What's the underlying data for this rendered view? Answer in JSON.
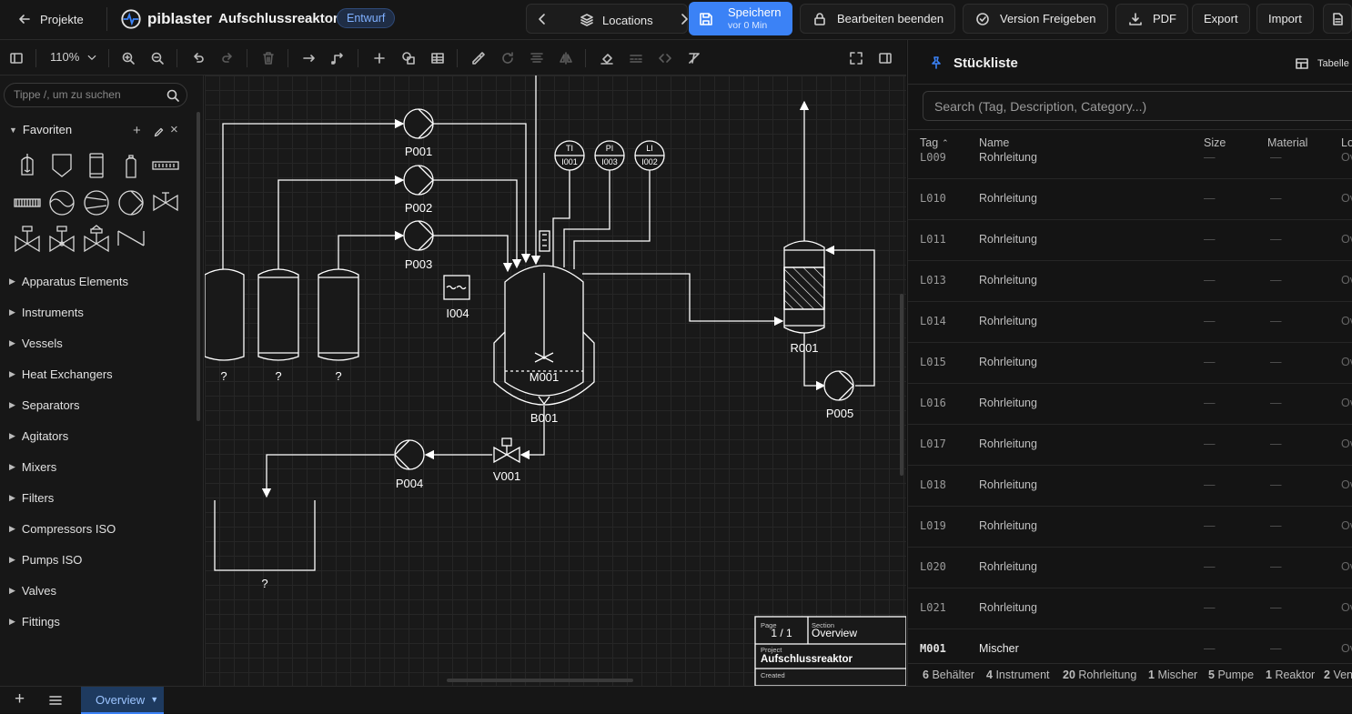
{
  "topbar": {
    "back_label": "Projekte",
    "brand": "piblaster",
    "project_title": "Aufschlussreaktor",
    "status_badge": "Entwurf",
    "locations_label": "Locations",
    "save_label": "Speichern",
    "save_sub": "vor 0 Min",
    "end_edit_label": "Bearbeiten beenden",
    "release_label": "Version Freigeben",
    "pdf_label": "PDF",
    "export_label": "Export",
    "import_label": "Import",
    "accent": "#3b82f6"
  },
  "toolbar": {
    "zoom": "110%"
  },
  "sidebar": {
    "search_placeholder": "Tippe /, um zu suchen",
    "favorites_label": "Favoriten",
    "categories": [
      "Apparatus Elements",
      "Instruments",
      "Vessels",
      "Heat Exchangers",
      "Separators",
      "Agitators",
      "Mixers",
      "Filters",
      "Compressors ISO",
      "Pumps ISO",
      "Valves",
      "Fittings"
    ]
  },
  "diagram": {
    "labels": {
      "P001": "P001",
      "P002": "P002",
      "P003": "P003",
      "P004": "P004",
      "P005": "P005",
      "I004": "I004",
      "M001": "M001",
      "B001": "B001",
      "R001": "R001",
      "V001": "V001",
      "q1": "?",
      "q2": "?",
      "q3": "?",
      "q4": "?"
    },
    "instruments": [
      {
        "top": "TI",
        "bottom": "I001"
      },
      {
        "top": "PI",
        "bottom": "I003"
      },
      {
        "top": "LI",
        "bottom": "I002"
      }
    ],
    "title_block": {
      "page_label": "Page",
      "page_value": "1 / 1",
      "section_label": "Section",
      "section_value": "Overview",
      "project_label": "Project",
      "project_value": "Aufschlussreaktor",
      "created_label": "Created"
    }
  },
  "bom": {
    "title": "Stückliste",
    "view_label": "Tabelle",
    "search_placeholder": "Search (Tag, Description, Category...)",
    "columns": {
      "tag": "Tag",
      "name": "Name",
      "size": "Size",
      "material": "Material",
      "location": "Lo"
    },
    "rows": [
      {
        "tag": "L009",
        "name": "Rohrleitung",
        "size": "—",
        "material": "—",
        "loc": "Ov"
      },
      {
        "tag": "L010",
        "name": "Rohrleitung",
        "size": "—",
        "material": "—",
        "loc": "Ov"
      },
      {
        "tag": "L011",
        "name": "Rohrleitung",
        "size": "—",
        "material": "—",
        "loc": "Ov"
      },
      {
        "tag": "L013",
        "name": "Rohrleitung",
        "size": "—",
        "material": "—",
        "loc": "Ov"
      },
      {
        "tag": "L014",
        "name": "Rohrleitung",
        "size": "—",
        "material": "—",
        "loc": "Ov"
      },
      {
        "tag": "L015",
        "name": "Rohrleitung",
        "size": "—",
        "material": "—",
        "loc": "Ov"
      },
      {
        "tag": "L016",
        "name": "Rohrleitung",
        "size": "—",
        "material": "—",
        "loc": "Ov"
      },
      {
        "tag": "L017",
        "name": "Rohrleitung",
        "size": "—",
        "material": "—",
        "loc": "Ov"
      },
      {
        "tag": "L018",
        "name": "Rohrleitung",
        "size": "—",
        "material": "—",
        "loc": "Ov"
      },
      {
        "tag": "L019",
        "name": "Rohrleitung",
        "size": "—",
        "material": "—",
        "loc": "Ov"
      },
      {
        "tag": "L020",
        "name": "Rohrleitung",
        "size": "—",
        "material": "—",
        "loc": "Ov"
      },
      {
        "tag": "L021",
        "name": "Rohrleitung",
        "size": "—",
        "material": "—",
        "loc": "Ov"
      },
      {
        "tag": "M001",
        "name": "Mischer",
        "size": "—",
        "material": "—",
        "loc": "Ov"
      }
    ],
    "summary": [
      {
        "count": "6",
        "label": "Behälter"
      },
      {
        "count": "4",
        "label": "Instrument"
      },
      {
        "count": "20",
        "label": "Rohrleitung"
      },
      {
        "count": "1",
        "label": "Mischer"
      },
      {
        "count": "5",
        "label": "Pumpe"
      },
      {
        "count": "1",
        "label": "Reaktor"
      },
      {
        "count": "2",
        "label": "Ven"
      }
    ]
  },
  "bottombar": {
    "sheet_tab": "Overview"
  }
}
